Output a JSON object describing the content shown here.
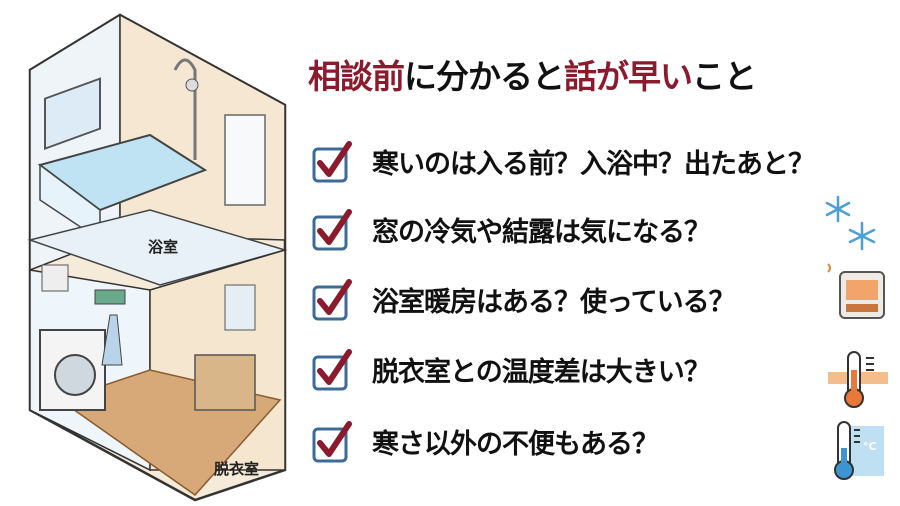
{
  "title": {
    "parts": [
      {
        "text": "相談前",
        "accent": true
      },
      {
        "text": "に分かると",
        "accent": false
      },
      {
        "text": "話が早い",
        "accent": true
      },
      {
        "text": "こと",
        "accent": false
      }
    ]
  },
  "checklist": [
    {
      "text": "寒いのは入る前？入浴中？出たあと？",
      "icon": "none"
    },
    {
      "text": "窓の冷気や結露は気になる？",
      "icon": "snowflake-icon"
    },
    {
      "text": "浴室暖房はある？使っている？",
      "icon": "heater-icon"
    },
    {
      "text": "脱衣室との温度差は大きい？",
      "icon": "thermometer-warm-icon"
    },
    {
      "text": "寒さ以外の不便もある？",
      "icon": "thermometer-cold-icon"
    }
  ],
  "illustration": {
    "bathroom_label": "浴室",
    "dressing_room_label": "脱衣室",
    "celsius_label": "°C"
  },
  "colors": {
    "accent": "#8a1a2c",
    "checkbox_border": "#3d6b95",
    "text": "#111111"
  }
}
